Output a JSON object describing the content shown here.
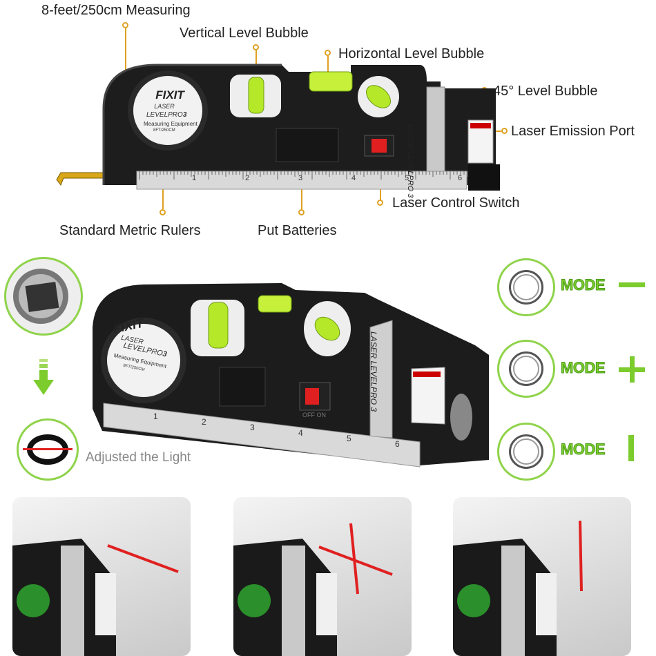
{
  "callouts": {
    "measuring": "8-feet/250cm Measuring",
    "vertical": "Vertical Level Bubble",
    "horizontal": "Horizontal Level Bubble",
    "level45": "45° Level Bubble",
    "laser_port": "Laser Emission Port",
    "switch": "Laser Control Switch",
    "rulers": "Standard Metric Rulers",
    "batteries": "Put Batteries",
    "adjust": "Adjusted the Light"
  },
  "device": {
    "brand": "FIXIT",
    "sub1": "LASER",
    "sub2": "LEVELPRO",
    "sub2_num": "3",
    "sub3": "Measuring Equipment",
    "sub4": "8FT/250CM",
    "side_label": "LASER LEVELPRO 3",
    "switch_off": "OFF",
    "switch_on": "ON",
    "ruler_ticks": [
      "1",
      "2",
      "3",
      "4",
      "5",
      "6"
    ]
  },
  "modes": [
    {
      "label": "MODE",
      "symbol": "—"
    },
    {
      "label": "MODE",
      "symbol": "+"
    },
    {
      "label": "MODE",
      "symbol": "|"
    }
  ],
  "colors": {
    "accent_callout": "#e0a020",
    "mode_green": "#7ccc2e",
    "laser_red": "#e02020",
    "bubble_green": "#b6e82a"
  }
}
